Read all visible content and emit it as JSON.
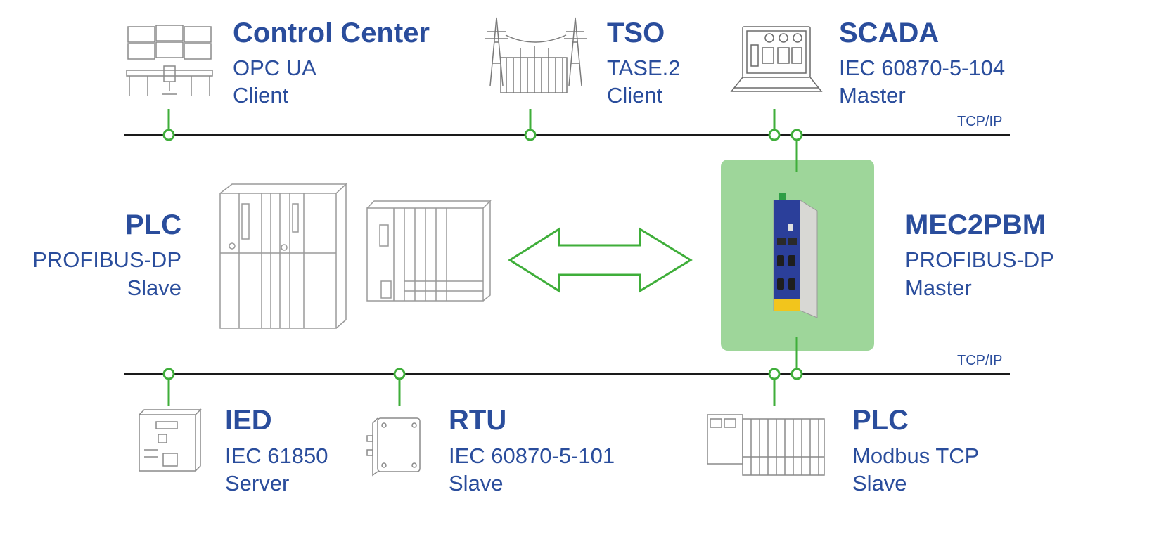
{
  "network": {
    "top_bus_label": "TCP/IP",
    "bottom_bus_label": "TCP/IP",
    "line_color": "#1a1a1a",
    "connector_color": "#3fae3a",
    "highlight_color": "#9ed69a",
    "text_color": "#2a4d9c"
  },
  "nodes": {
    "control_center": {
      "title": "Control Center",
      "line1": "OPC UA",
      "line2": "Client",
      "icon": "control-room-icon"
    },
    "tso": {
      "title": "TSO",
      "line1": "TASE.2",
      "line2": "Client",
      "icon": "substation-icon"
    },
    "scada": {
      "title": "SCADA",
      "line1": "IEC 60870-5-104",
      "line2": "Master",
      "icon": "laptop-icon"
    },
    "plc_profibus": {
      "title": "PLC",
      "line1": "PROFIBUS-DP",
      "line2": "Slave",
      "icon": "plc-rack-icon"
    },
    "mec2pbm": {
      "title": "MEC2PBM",
      "line1": "PROFIBUS-DP",
      "line2": "Master",
      "icon": "gateway-device-icon"
    },
    "ied": {
      "title": "IED",
      "line1": "IEC 61850",
      "line2": "Server",
      "icon": "ied-relay-icon"
    },
    "rtu": {
      "title": "RTU",
      "line1": "IEC 60870-5-101",
      "line2": "Slave",
      "icon": "rtu-box-icon"
    },
    "plc_modbus": {
      "title": "PLC",
      "line1": "Modbus TCP",
      "line2": "Slave",
      "icon": "plc-modules-icon"
    }
  }
}
